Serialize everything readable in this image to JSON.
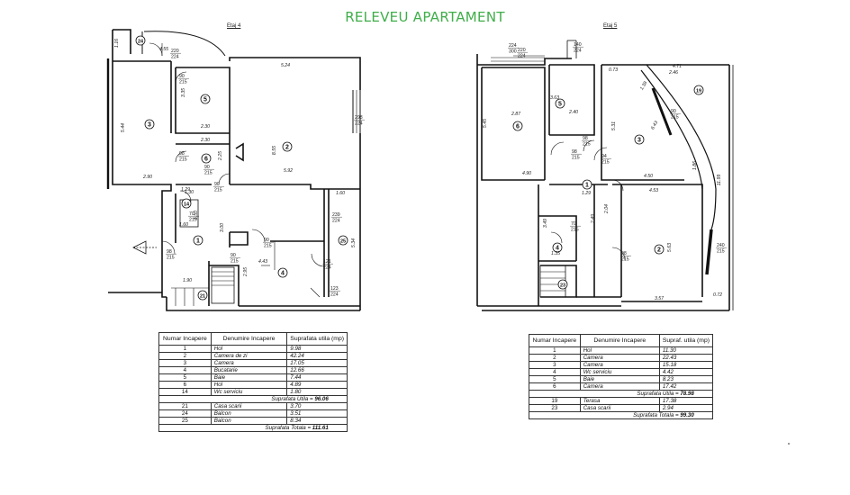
{
  "title": "RELEVEU APARTAMENT",
  "colors": {
    "title": "#3fae49",
    "lines": "#111111"
  },
  "floor4": {
    "label": "Etaj 4",
    "rooms": [
      {
        "num": "1",
        "id": "r1"
      },
      {
        "num": "2",
        "id": "r2"
      },
      {
        "num": "3",
        "id": "r3"
      },
      {
        "num": "4",
        "id": "r4"
      },
      {
        "num": "5",
        "id": "r5"
      },
      {
        "num": "6",
        "id": "r6"
      },
      {
        "num": "14",
        "id": "r14"
      },
      {
        "num": "21",
        "id": "r21"
      },
      {
        "num": "24",
        "id": "r24"
      },
      {
        "num": "25",
        "id": "r25"
      }
    ],
    "dimensions": [
      "4.55",
      "1.16",
      "5.44",
      "2.90",
      "5.24",
      "3.35",
      "2.30",
      "2.30",
      "8.55",
      "5.92",
      "2.25",
      "1.29",
      "1.50",
      "1.30",
      "1.60",
      "3.00",
      "1.60",
      "5.34",
      "4.43",
      "2.95",
      "1.90"
    ],
    "openings": [
      "90/215",
      "90/215",
      "98/215",
      "90/215",
      "98/215",
      "90/215",
      "90/215",
      "298/224",
      "239/224",
      "121/224",
      "123/224",
      "220/224",
      "70/215"
    ],
    "table": {
      "headers": [
        "Numar Incapere",
        "Denumire Incapere",
        "Suprafata utila (mp)"
      ],
      "rows": [
        [
          "1",
          "Hol",
          "9.98"
        ],
        [
          "2",
          "Camera de zi",
          "42.24"
        ],
        [
          "3",
          "Camera",
          "17.05"
        ],
        [
          "4",
          "Bucatarie",
          "12.66"
        ],
        [
          "5",
          "Baie",
          "7.44"
        ],
        [
          "6",
          "Hol",
          "4.89"
        ],
        [
          "14",
          "Wc serviciu",
          "1.80"
        ]
      ],
      "utila_label": "Suprafata Utila =",
      "utila_value": "96.06",
      "extra_rows": [
        [
          "21",
          "Casa scarii",
          "3.70"
        ],
        [
          "24",
          "Balcon",
          "3.51"
        ],
        [
          "25",
          "Balcon",
          "8.34"
        ]
      ],
      "totala_label": "Suprafata Totala =",
      "totala_value": "111.61"
    }
  },
  "floor5": {
    "label": "Etaj 5",
    "rooms": [
      {
        "num": "1",
        "id": "r1"
      },
      {
        "num": "2",
        "id": "r2"
      },
      {
        "num": "3",
        "id": "r3"
      },
      {
        "num": "4",
        "id": "r4"
      },
      {
        "num": "5",
        "id": "r5"
      },
      {
        "num": "6",
        "id": "r6"
      },
      {
        "num": "19",
        "id": "r19"
      },
      {
        "num": "23",
        "id": "r23"
      }
    ],
    "dimensions": [
      "0.73",
      "4.71",
      "2.87",
      "3.63",
      "2.40",
      "5.45",
      "5.31",
      "6.43",
      "4.90",
      "4.50",
      "1.29",
      "4.53",
      "2.04",
      "3.49",
      "2.49",
      "1.35",
      "5.63",
      "3.57",
      "0.72",
      "11.99",
      "1.86",
      "2.46",
      "1.38"
    ],
    "openings": [
      "224/300",
      "98/215",
      "98/215",
      "94/215",
      "70/215",
      "98/215",
      "240/215",
      "90/215",
      "220/224",
      "140/224"
    ],
    "table": {
      "headers": [
        "Numar Incapere",
        "Denumire Incapere",
        "Supraf. utila (mp)"
      ],
      "rows": [
        [
          "1",
          "Hol",
          "11.30"
        ],
        [
          "2",
          "Camera",
          "22.43"
        ],
        [
          "3",
          "Camera",
          "15.18"
        ],
        [
          "4",
          "Wc serviciu",
          "4.42"
        ],
        [
          "5",
          "Baie",
          "8.23"
        ],
        [
          "6",
          "Camera",
          "17.42"
        ]
      ],
      "utila_label": "Suprafata Utila =",
      "utila_value": "78.98",
      "extra_rows": [
        [
          "19",
          "Terasa",
          "17.38"
        ],
        [
          "23",
          "Casa scarii",
          "2.94"
        ]
      ],
      "totala_label": "Suprafata Totala =",
      "totala_value": "99.30"
    }
  }
}
